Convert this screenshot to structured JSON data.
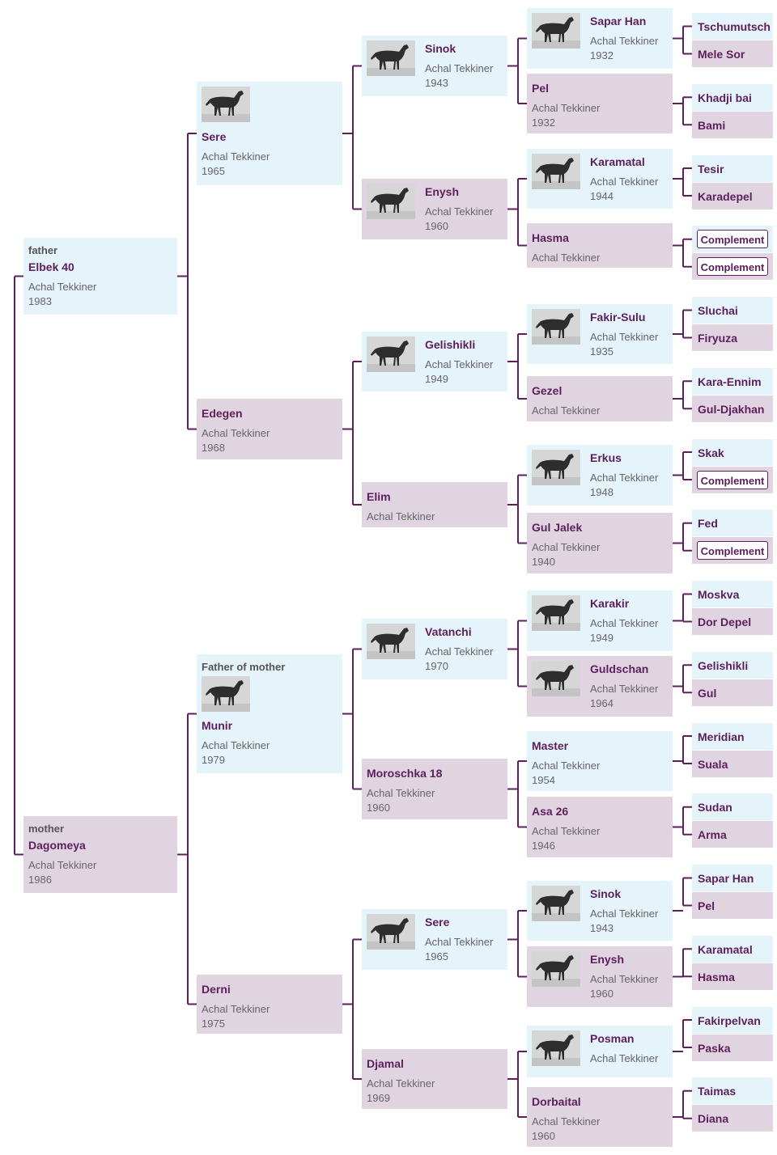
{
  "breed_label": "Achal Tekkiner",
  "colors": {
    "male_bg": "#e5f3fb",
    "female_bg": "#e1d4e1",
    "name_color": "#5c1f5c",
    "line_color": "#5c1f5c"
  },
  "generation1": {
    "father": {
      "role": "father",
      "name": "Elbek 40",
      "breed": "Achal Tekkiner",
      "year": "1983"
    },
    "mother": {
      "role": "mother",
      "name": "Dagomeya",
      "breed": "Achal Tekkiner",
      "year": "1986"
    }
  },
  "generation2": [
    {
      "name": "Sere",
      "breed": "Achal Tekkiner",
      "year": "1965",
      "photo": "horse-photo"
    },
    {
      "name": "Edegen",
      "breed": "Achal Tekkiner",
      "year": "1968"
    },
    {
      "role": "Father of mother",
      "name": "Munir",
      "breed": "Achal Tekkiner",
      "year": "1979",
      "photo": "horse-photo"
    },
    {
      "name": "Derni",
      "breed": "Achal Tekkiner",
      "year": "1975"
    }
  ],
  "generation3": [
    {
      "name": "Sinok",
      "breed": "Achal Tekkiner",
      "year": "1943",
      "photo": "horse-photo"
    },
    {
      "name": "Enysh",
      "breed": "Achal Tekkiner",
      "year": "1960",
      "photo": "horse-photo"
    },
    {
      "name": "Gelishikli",
      "breed": "Achal Tekkiner",
      "year": "1949",
      "photo": "horse-photo"
    },
    {
      "name": "Elim",
      "breed": "Achal Tekkiner"
    },
    {
      "name": "Vatanchi",
      "breed": "Achal Tekkiner",
      "year": "1970",
      "photo": "horse-photo"
    },
    {
      "name": "Moroschka 18",
      "breed": "Achal Tekkiner",
      "year": "1960"
    },
    {
      "name": "Sere",
      "breed": "Achal Tekkiner",
      "year": "1965",
      "photo": "horse-photo"
    },
    {
      "name": "Djamal",
      "breed": "Achal Tekkiner",
      "year": "1969"
    }
  ],
  "generation4": [
    {
      "name": "Sapar Han",
      "breed": "Achal Tekkiner",
      "year": "1932",
      "photo": "horse-photo"
    },
    {
      "name": "Pel",
      "breed": "Achal Tekkiner",
      "year": "1932"
    },
    {
      "name": "Karamatal",
      "breed": "Achal Tekkiner",
      "year": "1944",
      "photo": "horse-photo"
    },
    {
      "name": "Hasma",
      "breed": "Achal Tekkiner"
    },
    {
      "name": "Fakir-Sulu",
      "breed": "Achal Tekkiner",
      "year": "1935",
      "photo": "horse-photo"
    },
    {
      "name": "Gezel",
      "breed": "Achal Tekkiner"
    },
    {
      "name": "Erkus",
      "breed": "Achal Tekkiner",
      "year": "1948",
      "photo": "horse-photo"
    },
    {
      "name": "Gul Jalek",
      "breed": "Achal Tekkiner",
      "year": "1940"
    },
    {
      "name": "Karakir",
      "breed": "Achal Tekkiner",
      "year": "1949",
      "photo": "horse-photo"
    },
    {
      "name": "Guldschan",
      "breed": "Achal Tekkiner",
      "year": "1964",
      "photo": "horse-photo"
    },
    {
      "name": "Master",
      "breed": "Achal Tekkiner",
      "year": "1954"
    },
    {
      "name": "Asa 26",
      "breed": "Achal Tekkiner",
      "year": "1946"
    },
    {
      "name": "Sinok",
      "breed": "Achal Tekkiner",
      "year": "1943",
      "photo": "horse-photo"
    },
    {
      "name": "Enysh",
      "breed": "Achal Tekkiner",
      "year": "1960",
      "photo": "horse-photo"
    },
    {
      "name": "Posman",
      "breed": "Achal Tekkiner",
      "photo": "horse-photo"
    },
    {
      "name": "Dorbaital",
      "breed": "Achal Tekkiner",
      "year": "1960"
    }
  ],
  "generation5": [
    {
      "name": "Tschumutsch"
    },
    {
      "name": "Mele Sor"
    },
    {
      "name": "Khadji bai"
    },
    {
      "name": "Bami"
    },
    {
      "name": "Tesir"
    },
    {
      "name": "Karadepel"
    },
    {
      "complement": "Complement"
    },
    {
      "complement": "Complement"
    },
    {
      "name": "Sluchai"
    },
    {
      "name": "Firyuza"
    },
    {
      "name": "Kara-Ennim"
    },
    {
      "name": "Gul-Djakhan"
    },
    {
      "name": "Skak"
    },
    {
      "complement": "Complement"
    },
    {
      "name": "Fed"
    },
    {
      "complement": "Complement"
    },
    {
      "name": "Moskva"
    },
    {
      "name": "Dor Depel"
    },
    {
      "name": "Gelishikli"
    },
    {
      "name": "Gul"
    },
    {
      "name": "Meridian"
    },
    {
      "name": "Suala"
    },
    {
      "name": "Sudan"
    },
    {
      "name": "Arma"
    },
    {
      "name": "Sapar Han"
    },
    {
      "name": "Pel"
    },
    {
      "name": "Karamatal"
    },
    {
      "name": "Hasma"
    },
    {
      "name": "Fakirpelvan"
    },
    {
      "name": "Paska"
    },
    {
      "name": "Taimas"
    },
    {
      "name": "Diana"
    }
  ]
}
